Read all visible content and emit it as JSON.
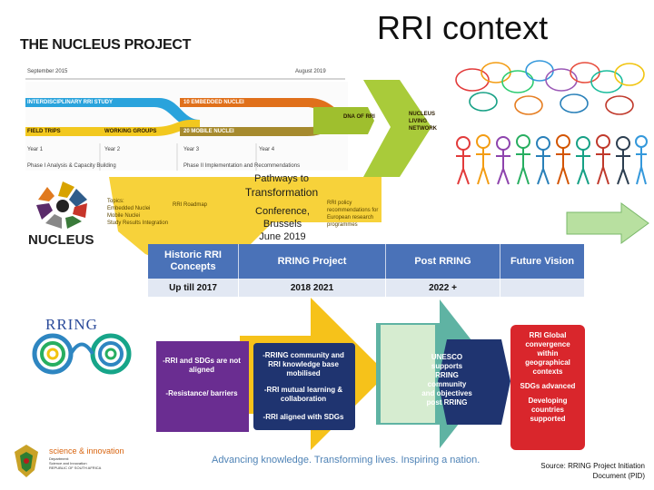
{
  "slide": {
    "title": "RRI context",
    "nucleus_title": "THE NUCLEUS PROJECT",
    "timeline": {
      "start": "September 2015",
      "end": "August 2019",
      "years": [
        "Year 1",
        "Year 2",
        "Year 3",
        "Year 4"
      ],
      "phase1": "Phase I Analysis & Capacity Building",
      "phase2": "Phase II Implementation and Recommendations"
    },
    "flows": {
      "interdisciplinary": "INTERDISCIPLINARY RRI STUDY",
      "field_trips": "FIELD TRIPS",
      "working_groups": "WORKING GROUPS",
      "embedded": "10 EMBEDDED NUCLEI",
      "mobile": "20 MOBILE NUCLEI",
      "dna": "DNA OF RRI",
      "network": "NUCLEUS LIVING NETWORK"
    },
    "yellow": {
      "topics": [
        "Topics:",
        "Embedded Nuclei",
        "Mobile Nuclei",
        "Study Results Integration"
      ],
      "roadmap": "RRI Roadmap",
      "policy": "RRI policy recommendations for European research programmes"
    },
    "pathways": {
      "line1": "Pathways to",
      "line2": "Transformation",
      "conference": [
        "Conference,",
        "Brussels",
        "June 2019"
      ]
    },
    "nucleus_logo": "NUCLEUS",
    "table": {
      "headers": [
        "Historic RRI Concepts",
        "RRING Project",
        "Post RRING",
        "Future Vision"
      ],
      "row": [
        "Up till 2017",
        "2018 2021",
        "2022 +",
        ""
      ]
    },
    "rring_logo": "RRING",
    "purple_box": [
      "-RRI and SDGs are not aligned",
      "-Resistance/ barriers"
    ],
    "yellow_arrow": [
      "-RRING community and RRI knowledge base mobilised",
      "-RRI mutual learning & collaboration",
      "-RRI aligned with SDGs"
    ],
    "blue_diamond": "UNESCO supports RRING community and objectives post RRING",
    "red_box": [
      "RRI Global convergence within geographical contexts",
      "SDGs advanced",
      "Developing countries supported"
    ],
    "footer": "Advancing knowledge. Transforming lives. Inspiring a nation.",
    "si_logo": {
      "name": "science & innovation",
      "dept": [
        "Department:",
        "Science and Innovation",
        "REPUBLIC OF SOUTH AFRICA"
      ]
    },
    "source": "Source: RRING Project Initiation Document (PID)"
  },
  "colors": {
    "blue_bar": "#2aa3dc",
    "yellow_bar": "#f2c81f",
    "orange_bar": "#e0701b",
    "olive_bar": "#a68a2e",
    "green_arrow": "#a9cb3a",
    "table_header": "#4a72b8",
    "purple": "#6a2d91",
    "yellow_arrow": "#f6c21a",
    "teal": "#1f7a8c",
    "navy": "#1f3470",
    "red": "#d9262c",
    "footer_blue": "#4f83b6"
  }
}
